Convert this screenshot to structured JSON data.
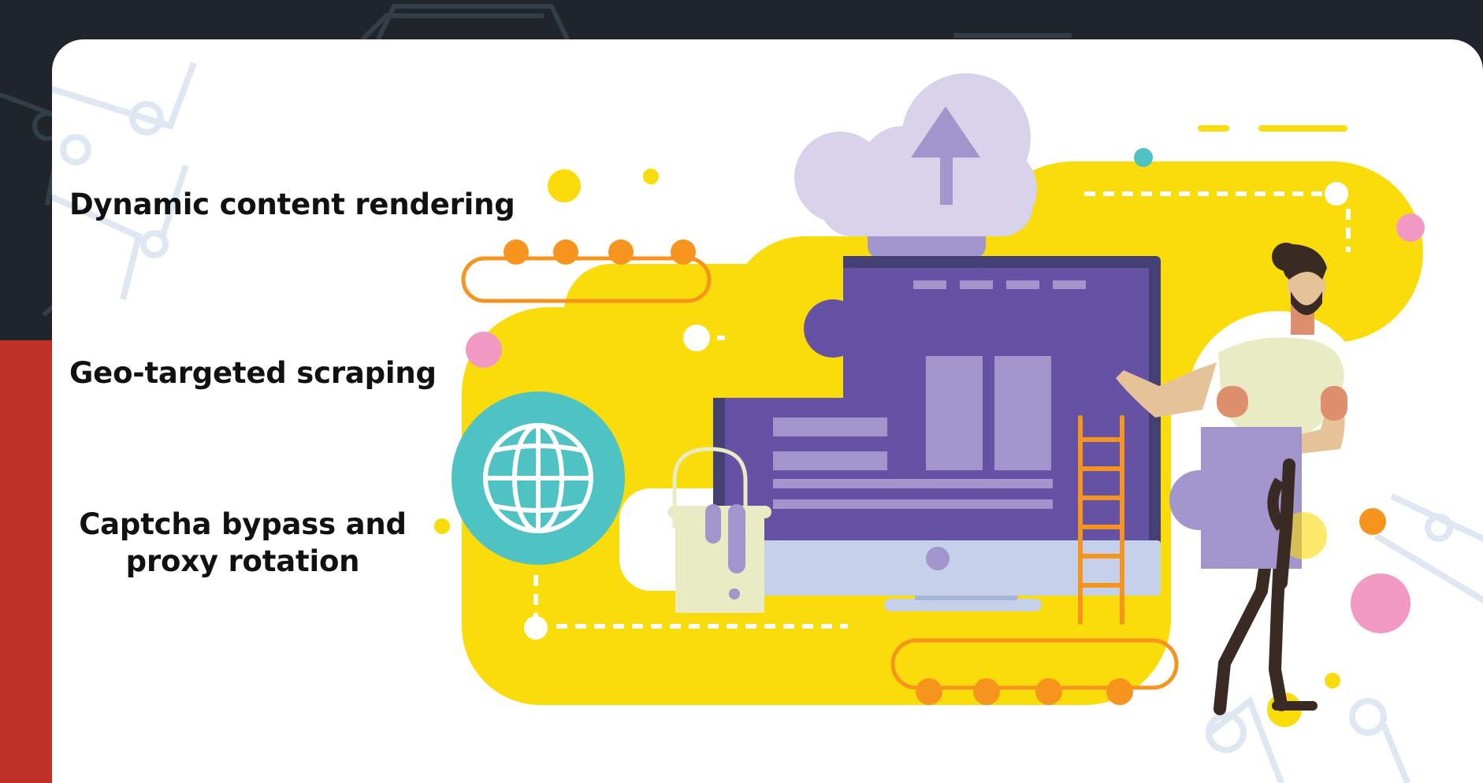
{
  "features": [
    {
      "label": "Dynamic content rendering"
    },
    {
      "label": "Geo-targeted scraping"
    },
    {
      "label": "Captcha bypass and proxy rotation"
    }
  ],
  "colors": {
    "dark_background": "#1f252b",
    "red_background": "#bf3127",
    "card": "#ffffff",
    "yellow_blob": "#fadc0a",
    "monitor_purple": "#6652a5",
    "light_purple": "#a195cc",
    "teal": "#4fc3c4",
    "orange": "#f7941d",
    "pink": "#f29ac4"
  },
  "icons": [
    "cloud-upload-icon",
    "globe-icon",
    "monitor-icon",
    "ladder-icon",
    "puzzle-piece-icon",
    "paint-bucket-icon",
    "person-figure"
  ]
}
